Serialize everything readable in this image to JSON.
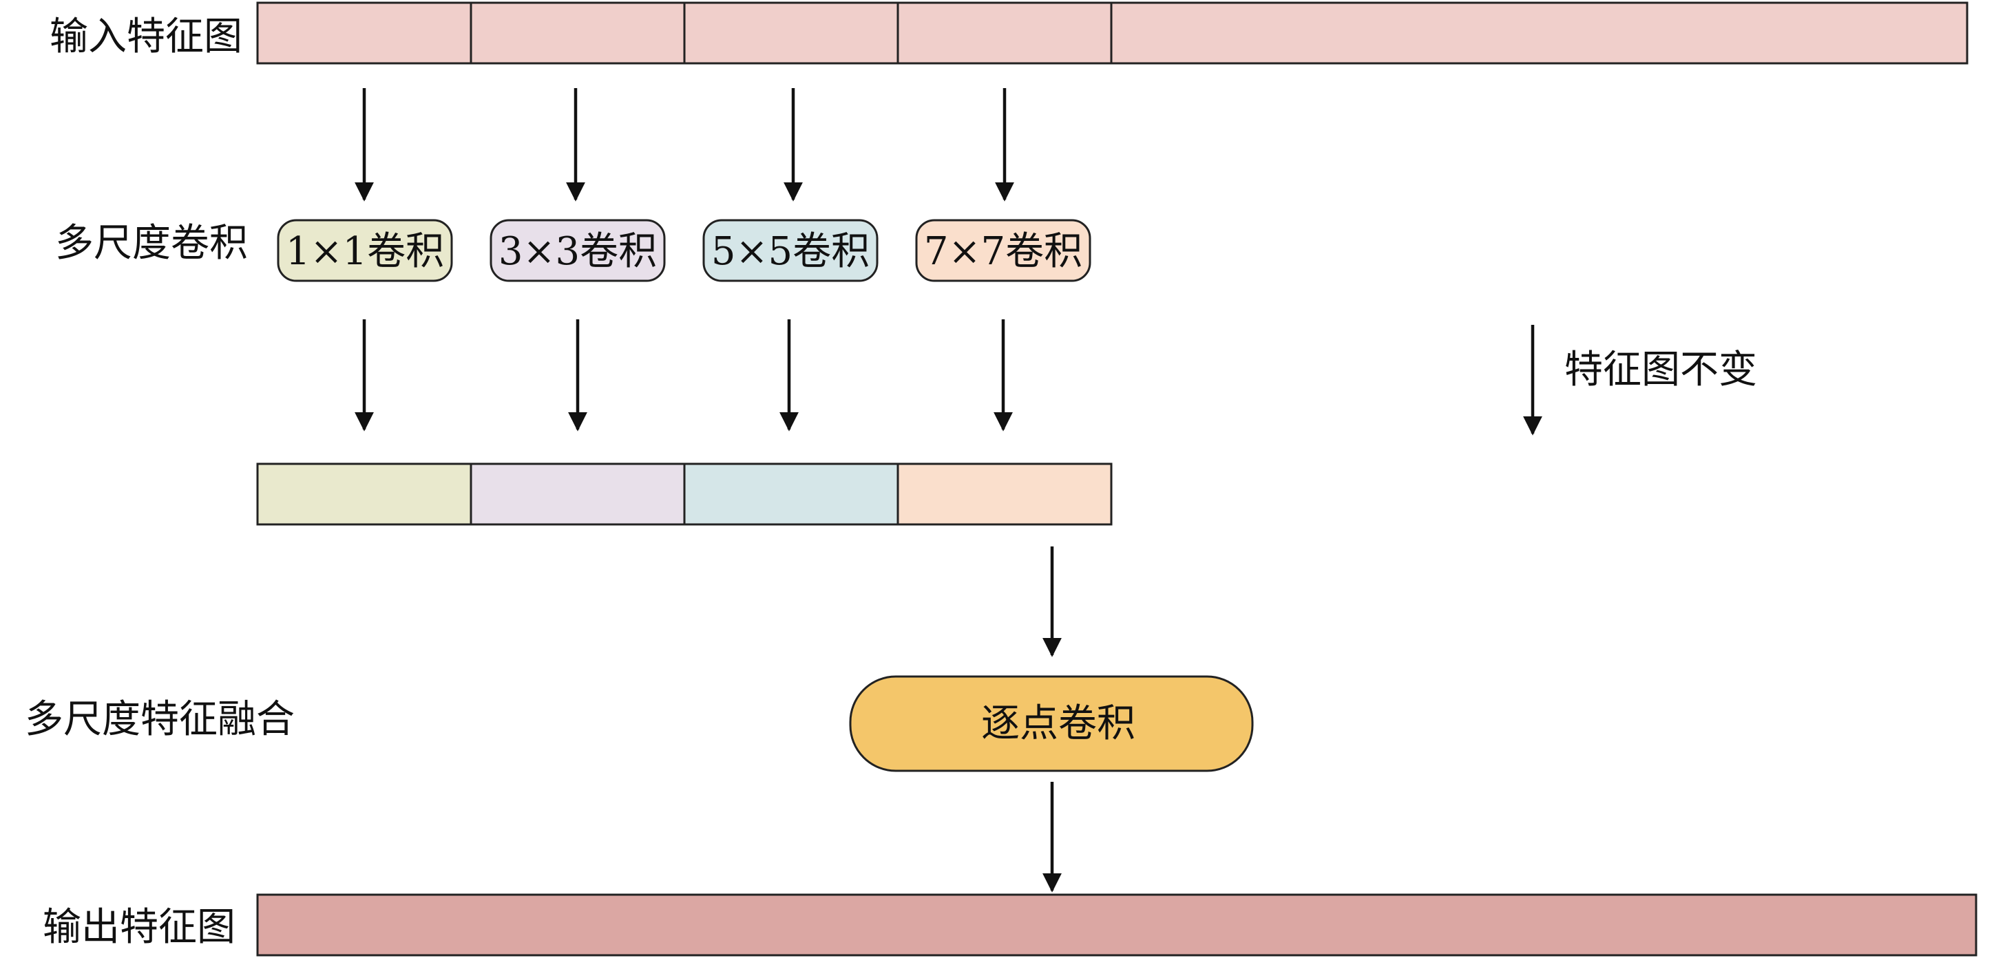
{
  "labels": {
    "input_feature_map": "输入特征图",
    "multi_scale_conv": "多尺度卷积",
    "multi_scale_fusion": "多尺度特征融合",
    "output_feature_map": "输出特征图",
    "feature_map_unchanged": "特征图不变"
  },
  "convs": [
    {
      "label": "1×1卷积",
      "color": "#e9e9cd"
    },
    {
      "label": "3×3卷积",
      "color": "#e8e0ea"
    },
    {
      "label": "5×5卷积",
      "color": "#d5e6e8"
    },
    {
      "label": "7×7卷积",
      "color": "#fadfcc"
    }
  ],
  "pointwise": {
    "label": "逐点卷积",
    "color": "#f4c66a"
  },
  "colors": {
    "input_bar": "#f0cfcb",
    "output_bar": "#dba7a3",
    "stroke": "#222222"
  }
}
